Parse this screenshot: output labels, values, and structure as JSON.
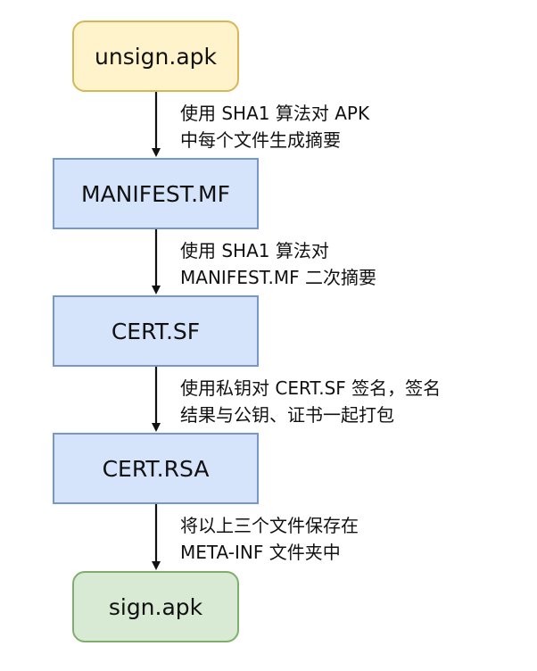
{
  "nodes": {
    "start": "unsign.apk",
    "manifest": "MANIFEST.MF",
    "cert_sf": "CERT.SF",
    "cert_rsa": "CERT.RSA",
    "end": "sign.apk"
  },
  "edges": [
    {
      "lines": [
        "使用 SHA1 算法对 APK",
        "中每个文件生成摘要"
      ]
    },
    {
      "lines": [
        "使用 SHA1 算法对",
        "MANIFEST.MF 二次摘要"
      ]
    },
    {
      "lines": [
        "使用私钥对 CERT.SF 签名，签名",
        "结果与公钥、证书一起打包"
      ]
    },
    {
      "lines": [
        "将以上三个文件保存在",
        "META-INF 文件夹中"
      ]
    }
  ],
  "colors": {
    "start_fill": "#fff3cc",
    "start_border": "#d7b657",
    "process_fill": "#d6e4fb",
    "process_border": "#7897c9",
    "end_fill": "#d8ead3",
    "end_border": "#7fae6d",
    "arrow": "#111111"
  },
  "chart_data": {
    "type": "flowchart",
    "nodes": [
      "unsign.apk",
      "MANIFEST.MF",
      "CERT.SF",
      "CERT.RSA",
      "sign.apk"
    ],
    "edges": [
      {
        "from": "unsign.apk",
        "to": "MANIFEST.MF",
        "label": "使用 SHA1 算法对 APK 中每个文件生成摘要"
      },
      {
        "from": "MANIFEST.MF",
        "to": "CERT.SF",
        "label": "使用 SHA1 算法对 MANIFEST.MF 二次摘要"
      },
      {
        "from": "CERT.SF",
        "to": "CERT.RSA",
        "label": "使用私钥对 CERT.SF 签名，签名结果与公钥、证书一起打包"
      },
      {
        "from": "CERT.RSA",
        "to": "sign.apk",
        "label": "将以上三个文件保存在 META-INF 文件夹中"
      }
    ]
  }
}
